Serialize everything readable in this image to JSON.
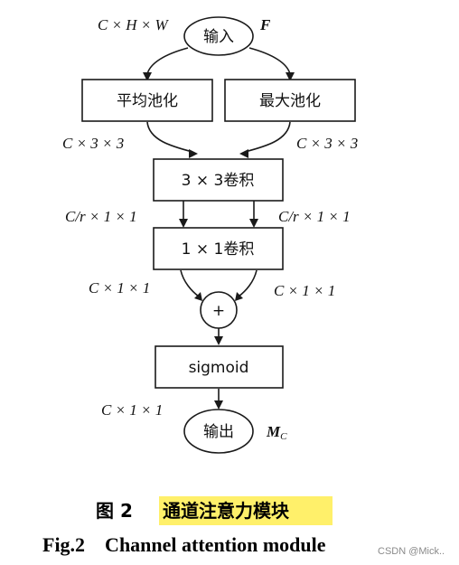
{
  "nodes": {
    "input": "输入",
    "avg_pool": "平均池化",
    "max_pool": "最大池化",
    "conv3": "3 × 3卷积",
    "conv1": "1 × 1卷积",
    "add": "+",
    "sigmoid": "sigmoid",
    "output": "输出"
  },
  "labels": {
    "input_dims": "C × H × W",
    "input_symbol": "F",
    "avg_dims": "C × 3 × 3",
    "max_dims": "C × 3 × 3",
    "conv3_left_dims": "C/r × 1 × 1",
    "conv3_right_dims": "C/r × 1 × 1",
    "conv1_left_dims": "C × 1 × 1",
    "conv1_right_dims": "C × 1 × 1",
    "sigmoid_dims": "C × 1 × 1",
    "output_symbol_main": "M",
    "output_symbol_sub": "C"
  },
  "caption": {
    "cn_number": "图 2",
    "cn_title": "通道注意力模块",
    "en": "Fig.2    Channel attention module"
  },
  "watermark": "CSDN @Mick..",
  "colors": {
    "highlight": "#fff06a",
    "stroke": "#1a1a1a"
  }
}
